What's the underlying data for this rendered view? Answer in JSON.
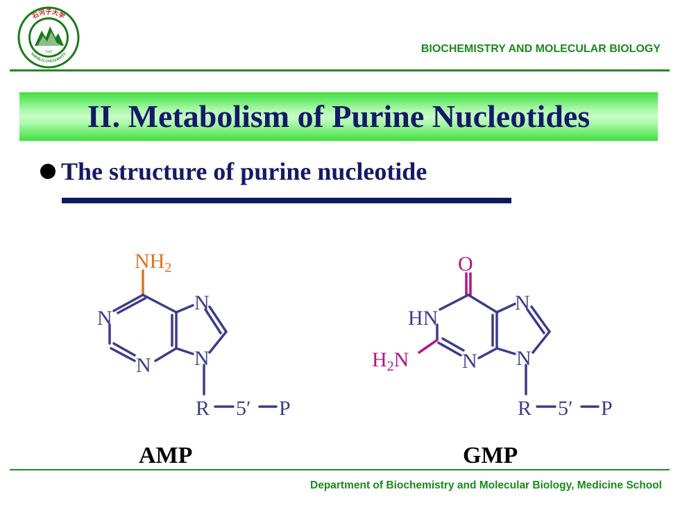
{
  "header": {
    "logo_text_top": "石河子大学",
    "logo_text_bottom": "SHIHEZI UNIVERSITY",
    "logo_year": "1949",
    "subject": "BIOCHEMISTRY  AND MOLECULAR BIOLOGY"
  },
  "slide": {
    "title": "II. Metabolism of Purine Nucleotides",
    "bullet": "The structure of purine nucleotide"
  },
  "amp": {
    "caption": "AMP",
    "substituent": "NH",
    "substituent_sub": "2",
    "atom_n1": "N",
    "atom_n3": "N",
    "atom_n7": "N",
    "atom_n9": "N",
    "r": "R",
    "five": "5",
    "prime": "′",
    "p": "P"
  },
  "gmp": {
    "caption": "GMP",
    "oxygen": "O",
    "hn": "HN",
    "h2n_h": "H",
    "h2n_sub": "2",
    "h2n_n": "N",
    "atom_n3": "N",
    "atom_n7": "N",
    "atom_n9": "N",
    "r": "R",
    "five": "5",
    "prime": "′",
    "p": "P"
  },
  "footer": {
    "department": "Department  of Biochemistry and Molecular Biology, Medicine School"
  },
  "colors": {
    "green": "#1a8a1a",
    "navy": "#141a66",
    "bond": "#3c3c8a",
    "amino_orange": "#e07020",
    "gmp_magenta": "#b0158a"
  }
}
